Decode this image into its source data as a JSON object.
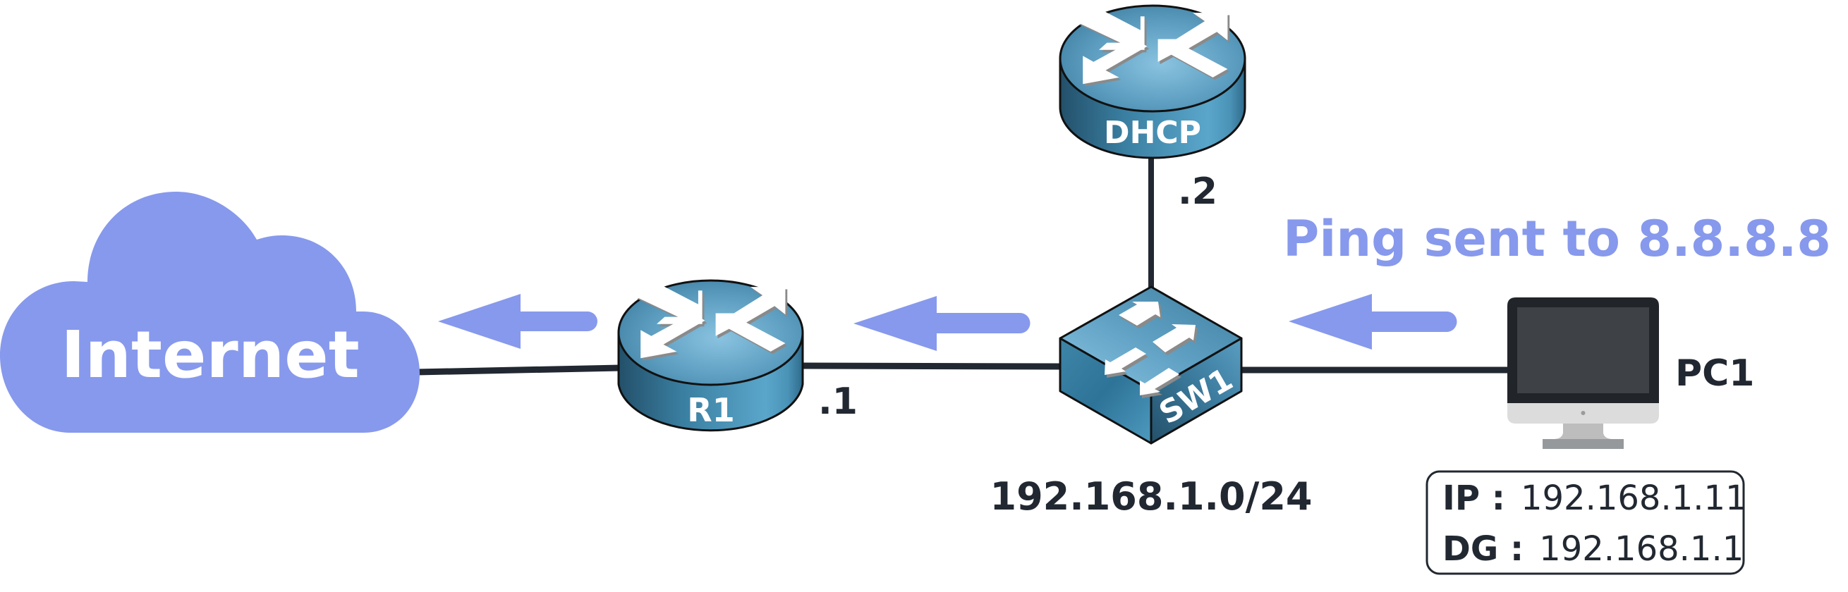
{
  "diagram": {
    "title": "Ping sent to 8.8.8.8",
    "subnet_label": "192.168.1.0/24",
    "colors": {
      "accent": "#8799EC",
      "link": "#222831",
      "device_blue": "#3E86A8",
      "device_blue_light": "#86C1DF",
      "device_blue_dark": "#23506A",
      "text_dark": "#222831",
      "pc_bezel": "#212529",
      "pc_screen": "#3E4246",
      "pc_chin": "#DCDCDC",
      "pc_stand": "#BDBDBD",
      "pc_base": "#96999C"
    },
    "nodes": {
      "internet": {
        "label": "Internet",
        "type": "cloud"
      },
      "r1": {
        "label": "R1",
        "type": "router",
        "interface_ip": ".1"
      },
      "dhcp": {
        "label": "DHCP",
        "type": "router",
        "interface_ip": ".2"
      },
      "sw1": {
        "label": "SW1",
        "type": "switch"
      },
      "pc1": {
        "label": "PC1",
        "type": "pc",
        "ip_key": "IP :",
        "ip_value": "192.168.1.11",
        "dg_key": "DG :",
        "dg_value": "192.168.1.1"
      }
    },
    "links": [
      {
        "from": "internet",
        "to": "r1"
      },
      {
        "from": "r1",
        "to": "sw1"
      },
      {
        "from": "dhcp",
        "to": "sw1"
      },
      {
        "from": "sw1",
        "to": "pc1"
      }
    ],
    "flow_arrows": [
      {
        "from": "pc1",
        "to": "sw1",
        "direction": "left"
      },
      {
        "from": "sw1",
        "to": "r1",
        "direction": "left"
      },
      {
        "from": "r1",
        "to": "internet",
        "direction": "left"
      }
    ]
  }
}
